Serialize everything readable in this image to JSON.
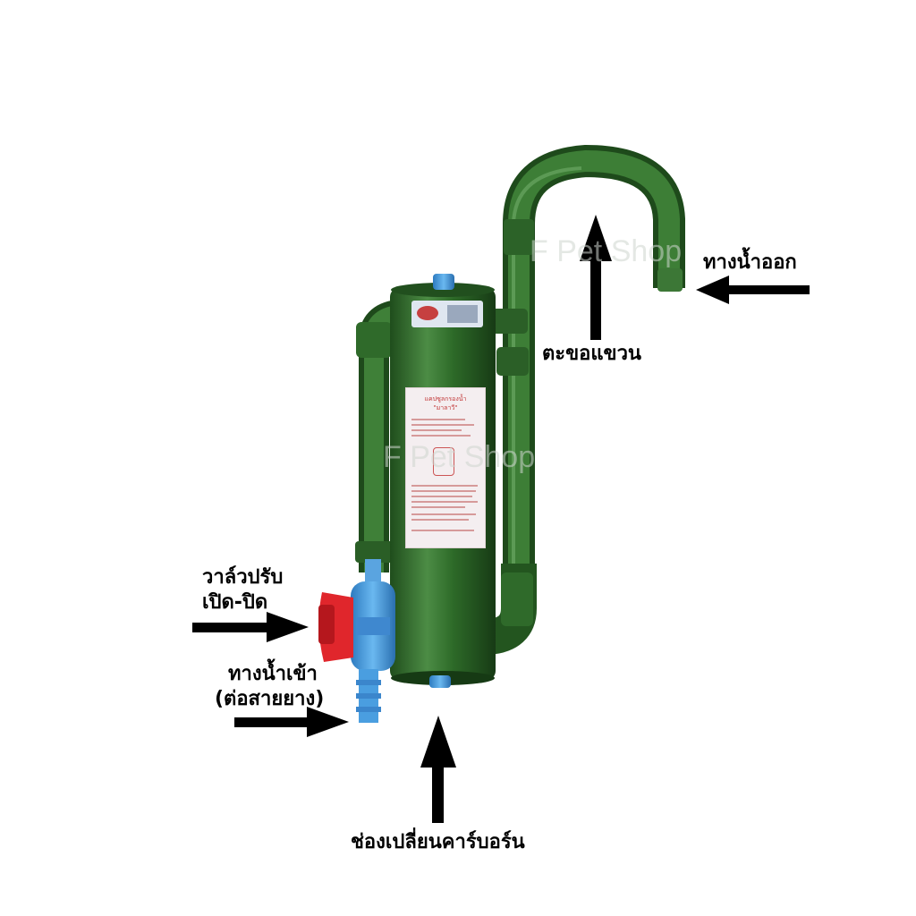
{
  "labels": {
    "water_outlet": "ทางน้ำออก",
    "hanging_hook": "ตะขอแขวน",
    "valve_line1": "วาล์วปรับ",
    "valve_line2": "เปิด-ปิด",
    "water_inlet_line1": "ทางน้ำเข้า",
    "water_inlet_line2": "(ต่อสายยาง)",
    "carbon_change": "ช่องเปลี่ยนคาร์บอร์น"
  },
  "watermark": "F Pet Shop",
  "product_label": {
    "title_line1": "แคปซูลกรองน้ำ",
    "title_line2": "\"มาลาวี\""
  },
  "colors": {
    "body_green": "#2e6b2a",
    "valve_red": "#e0262c",
    "connector_blue": "#4a9ee0",
    "arrow": "#000000"
  }
}
